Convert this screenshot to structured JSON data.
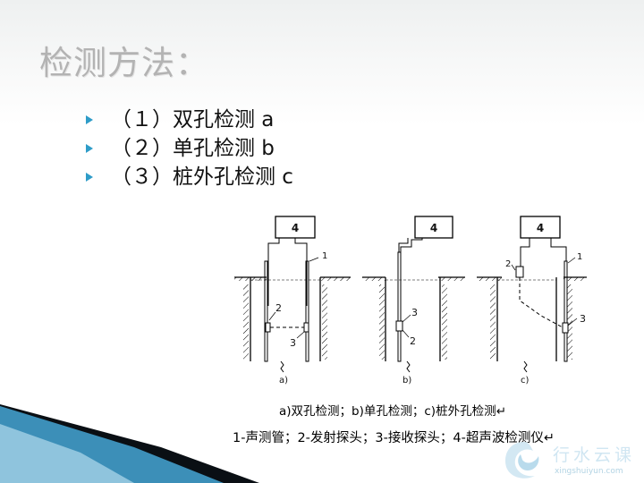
{
  "title": "检测方法：",
  "bullets": [
    {
      "text": "（１）双孔检测 a"
    },
    {
      "text": "（２）单孔检测 b"
    },
    {
      "text": "（３）桩外孔检测 c"
    }
  ],
  "figure": {
    "box_label": "4",
    "panel_a": {
      "label": "a)",
      "part1": "1",
      "part2": "2",
      "part3": "3"
    },
    "panel_b": {
      "label": "b)",
      "part3": "3",
      "part2": "2"
    },
    "panel_c": {
      "label": "c)",
      "part2": "2",
      "part1": "1",
      "part3": "3"
    },
    "caption_line1": "a)双孔检测；b)单孔检测；c)桩外孔检测↵",
    "caption_line2": "1-声测管；2-发射探头；3-接收探头；4-超声波检测仪↵"
  },
  "watermark": {
    "text": "行水云课",
    "url": "xingshuiyun.com"
  },
  "colors": {
    "title": "#b3b3b3",
    "bullet_arrow": "#2e9cc8",
    "swoosh_dark": "#0a0f14",
    "swoosh_blue": "#3c8fb8"
  }
}
